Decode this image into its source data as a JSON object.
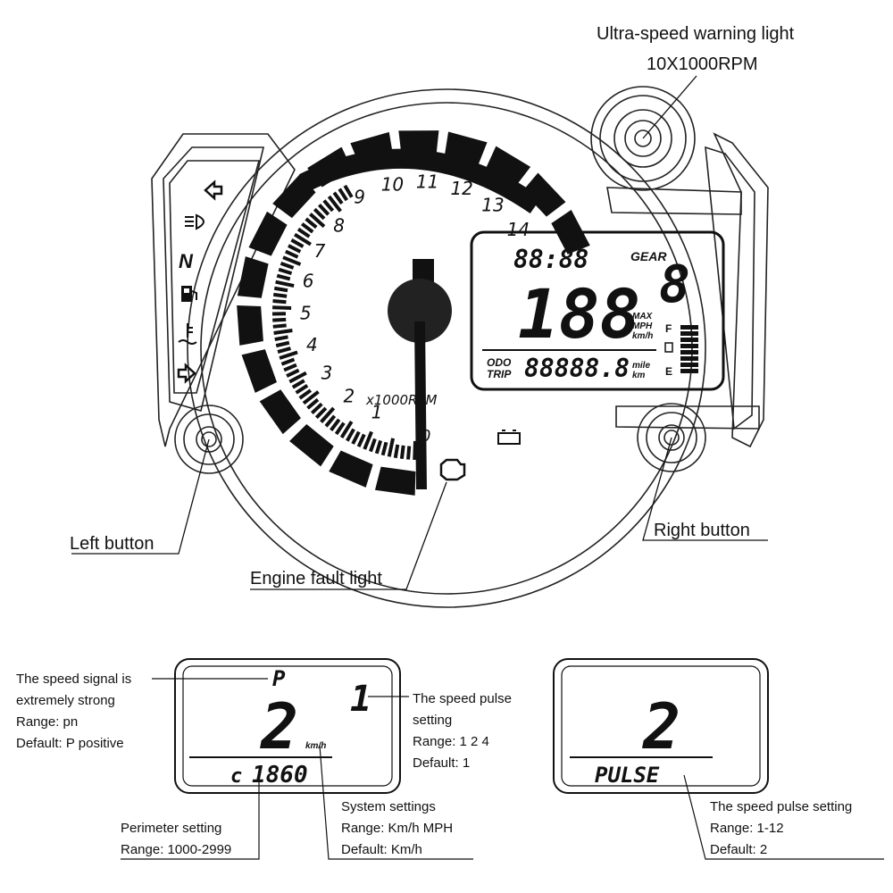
{
  "callouts": {
    "ultra_speed_line1": "Ultra-speed warning light",
    "ultra_speed_line2": "10X1000RPM",
    "left_button": "Left button",
    "right_button": "Right button",
    "engine_fault": "Engine fault light"
  },
  "tachometer": {
    "ticks": [
      "1",
      "2",
      "3",
      "4",
      "5",
      "6",
      "7",
      "8",
      "9",
      "10",
      "11",
      "12",
      "13",
      "14"
    ],
    "zero": "0",
    "unit": "x1000RPM"
  },
  "lcd": {
    "clock": "88:88",
    "gear_label": "GEAR",
    "gear_value": "8",
    "speed": "188",
    "speed_units": [
      "MAX",
      "MPH",
      "km/h"
    ],
    "odo": "ODO",
    "trip": "TRIP",
    "odometer": "88888.8",
    "odo_units": [
      "mile",
      "km"
    ],
    "fuel_full": "F",
    "fuel_empty": "E"
  },
  "indicators": [
    "left-turn",
    "high-beam",
    "neutral",
    "fuel",
    "coolant",
    "right-turn"
  ],
  "neutral_label": "N",
  "setting_screen_1": {
    "signal_char": "P",
    "pulse_char": "1",
    "big_digit": "2",
    "unit": "km/h",
    "prefix": "c",
    "perimeter": "1860",
    "signal_note": [
      "The speed signal is",
      "extremely strong",
      "Range: pn",
      "Default: P positive"
    ],
    "pulse_note": [
      "The speed pulse",
      "setting",
      "Range: 1 2 4",
      "Default: 1"
    ],
    "perimeter_note": [
      "Perimeter setting",
      "Range: 1000-2999"
    ],
    "system_note": [
      "System settings",
      "Range: Km/h MPH",
      "Default: Km/h"
    ]
  },
  "setting_screen_2": {
    "big_digit": "2",
    "label": "PULSE",
    "note": [
      "The speed pulse setting",
      "Range: 1-12",
      "Default: 2"
    ]
  }
}
